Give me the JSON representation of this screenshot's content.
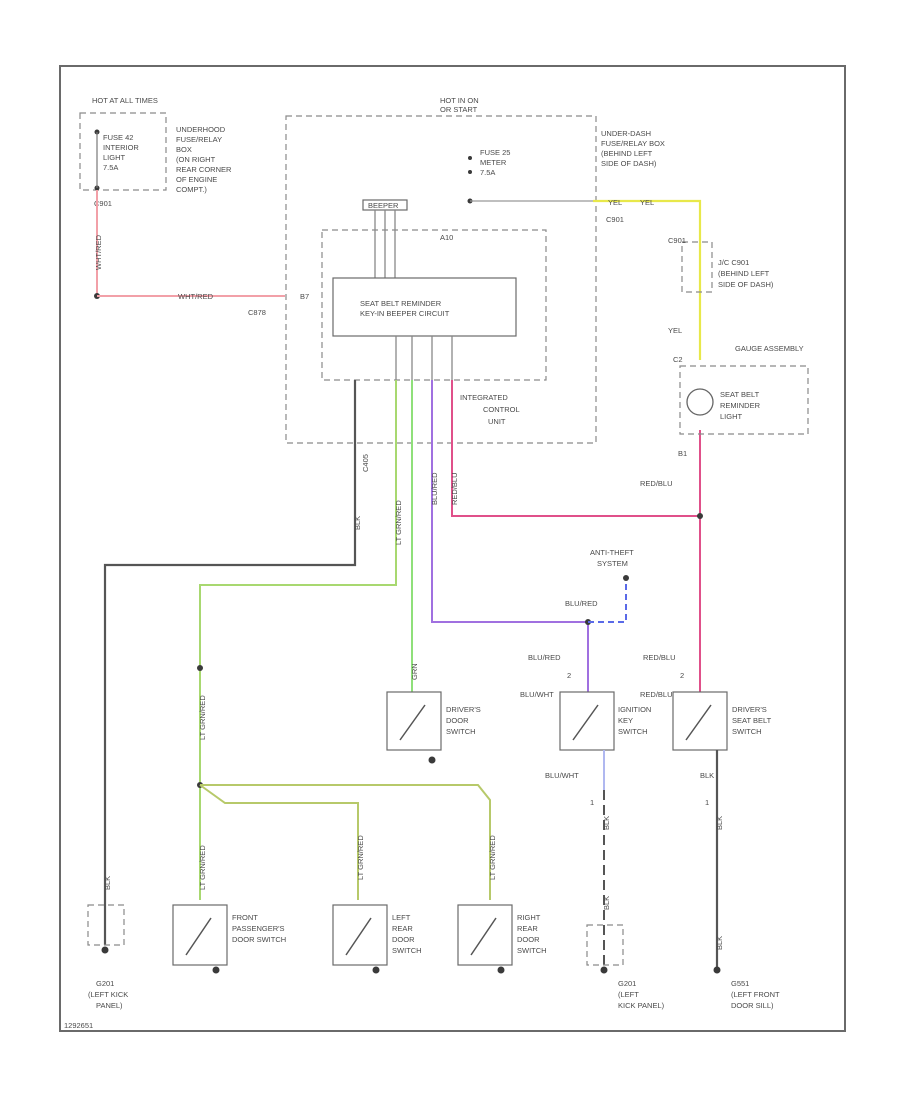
{
  "labels": {
    "hot_at_times": "HOT AT ALL TIMES",
    "fuse_42": "FUSE 42",
    "fuse_42_name": "INTERIOR",
    "fuse_42_name2": "LIGHT",
    "fuse_42_amp": "7.5A",
    "underhood_box_left": [
      "UNDERHOOD",
      "FUSE/RELAY",
      "BOX",
      "(ON RIGHT",
      "REAR CORNER",
      "OF ENGINE",
      "COMPT.)"
    ],
    "c_left_box": "C901",
    "wire_wht_red_v": "WHT/RED",
    "wire_wht_red_h": "WHT/RED",
    "hot_in_on": "HOT IN ON",
    "or_start": "OR START",
    "fuse_25": "FUSE 25",
    "fuse_25_name": "METER",
    "fuse_25_amp": "7.5A",
    "underdash_box": [
      "UNDER-DASH",
      "FUSE/RELAY BOX",
      "(BEHIND LEFT",
      "SIDE OF DASH)"
    ],
    "c_under_dash": "C901",
    "beeper": "BEEPER",
    "conn_c878": "C878",
    "pin_b7": "B7",
    "pin_a10": "A10",
    "circuit_line1": "SEAT BELT REMINDER",
    "circuit_line2": "KEY-IN BEEPER CIRCUIT",
    "icu_line1": "INTEGRATED",
    "icu_line2": "CONTROL",
    "icu_line3": "UNIT",
    "conn_c405": "C405",
    "wire_blk": "BLK",
    "wire_ltgrn_red": "LT GRN/RED",
    "wire_grn_mid": "GRN",
    "wire_blu_red_v": "BLU/RED",
    "wire_red_blu_v": "RED/BLU",
    "wire_yel_top": "YEL",
    "yel_label": "YEL",
    "conn_c901_right": "C901",
    "jc_line1": "J/C C901",
    "jc_line2": "(BEHIND LEFT",
    "jc_line3": "SIDE OF DASH)",
    "wire_yel_mid": "YEL",
    "gauge_assembly": "GAUGE ASSEMBLY",
    "reminder_light1": "SEAT BELT",
    "reminder_light2": "REMINDER",
    "reminder_light3": "LIGHT",
    "pin_b1": "B1",
    "pin_c2": "C2",
    "wire_red_blu_right": "RED/BLU",
    "anti_theft_line1": "ANTI-THEFT",
    "anti_theft_line2": "SYSTEM",
    "wire_blu_red_h": "BLU/RED",
    "wire_blu_red_left": "BLU/RED",
    "wire_red_blu_left": "RED/BLU",
    "pin_2a": "2",
    "pin_2b": "2",
    "wire_blu_wht_top": "BLU/WHT",
    "wire_red_blu_mid": "RED/BLU",
    "drivers_door_switch": [
      "DRIVER'S",
      "DOOR",
      "SWITCH"
    ],
    "ignition_key_switch": [
      "IGNITION",
      "KEY",
      "SWITCH"
    ],
    "seat_belt_switch": [
      "DRIVER'S",
      "SEAT BELT",
      "SWITCH"
    ],
    "wire_blu_wht_bottom": "BLU/WHT",
    "wire_blk_right": "BLK",
    "pin_1a": "1",
    "pin_1b": "1",
    "wire_ltgrn_red_mid": "LT GRN/RED",
    "wire_ltgrn_red_fp": "LT GRN/RED",
    "wire_ltgrn_red_lr": "LT GRN/RED",
    "wire_ltgrn_red_rr": "LT GRN/RED",
    "front_pass_switch": [
      "FRONT",
      "PASSENGER'S",
      "DOOR SWITCH"
    ],
    "left_rear_switch": [
      "LEFT",
      "REAR",
      "DOOR",
      "SWITCH"
    ],
    "right_rear_switch": [
      "RIGHT",
      "REAR",
      "DOOR",
      "SWITCH"
    ],
    "wire_blk_left_bottom": "BLK",
    "wire_blk_mid_bottom": "BLK",
    "wire_blk_mid_bottom2": "BLK",
    "wire_blk_right_bottom": "BLK",
    "wire_blk_right_bottom2": "BLK",
    "g_left": [
      "G201",
      "(LEFT KICK",
      "PANEL)"
    ],
    "g_mid": [
      "G201",
      "(LEFT",
      "KICK PANEL)"
    ],
    "g_right": [
      "G551",
      "(LEFT FRONT",
      "DOOR SILL)"
    ],
    "footer_id": "1292651"
  },
  "colors": {
    "wht_red": "#f2a0a8",
    "yel": "#e8e84a",
    "grn": "#8fe07a",
    "ltgrn_red": "#b7c96a",
    "blu_red": "#a070e0",
    "red_blu": "#e0508a",
    "blu_dash": "#5a6ae8",
    "blu_wht": "#b0b8f0",
    "blk": "#555555"
  }
}
